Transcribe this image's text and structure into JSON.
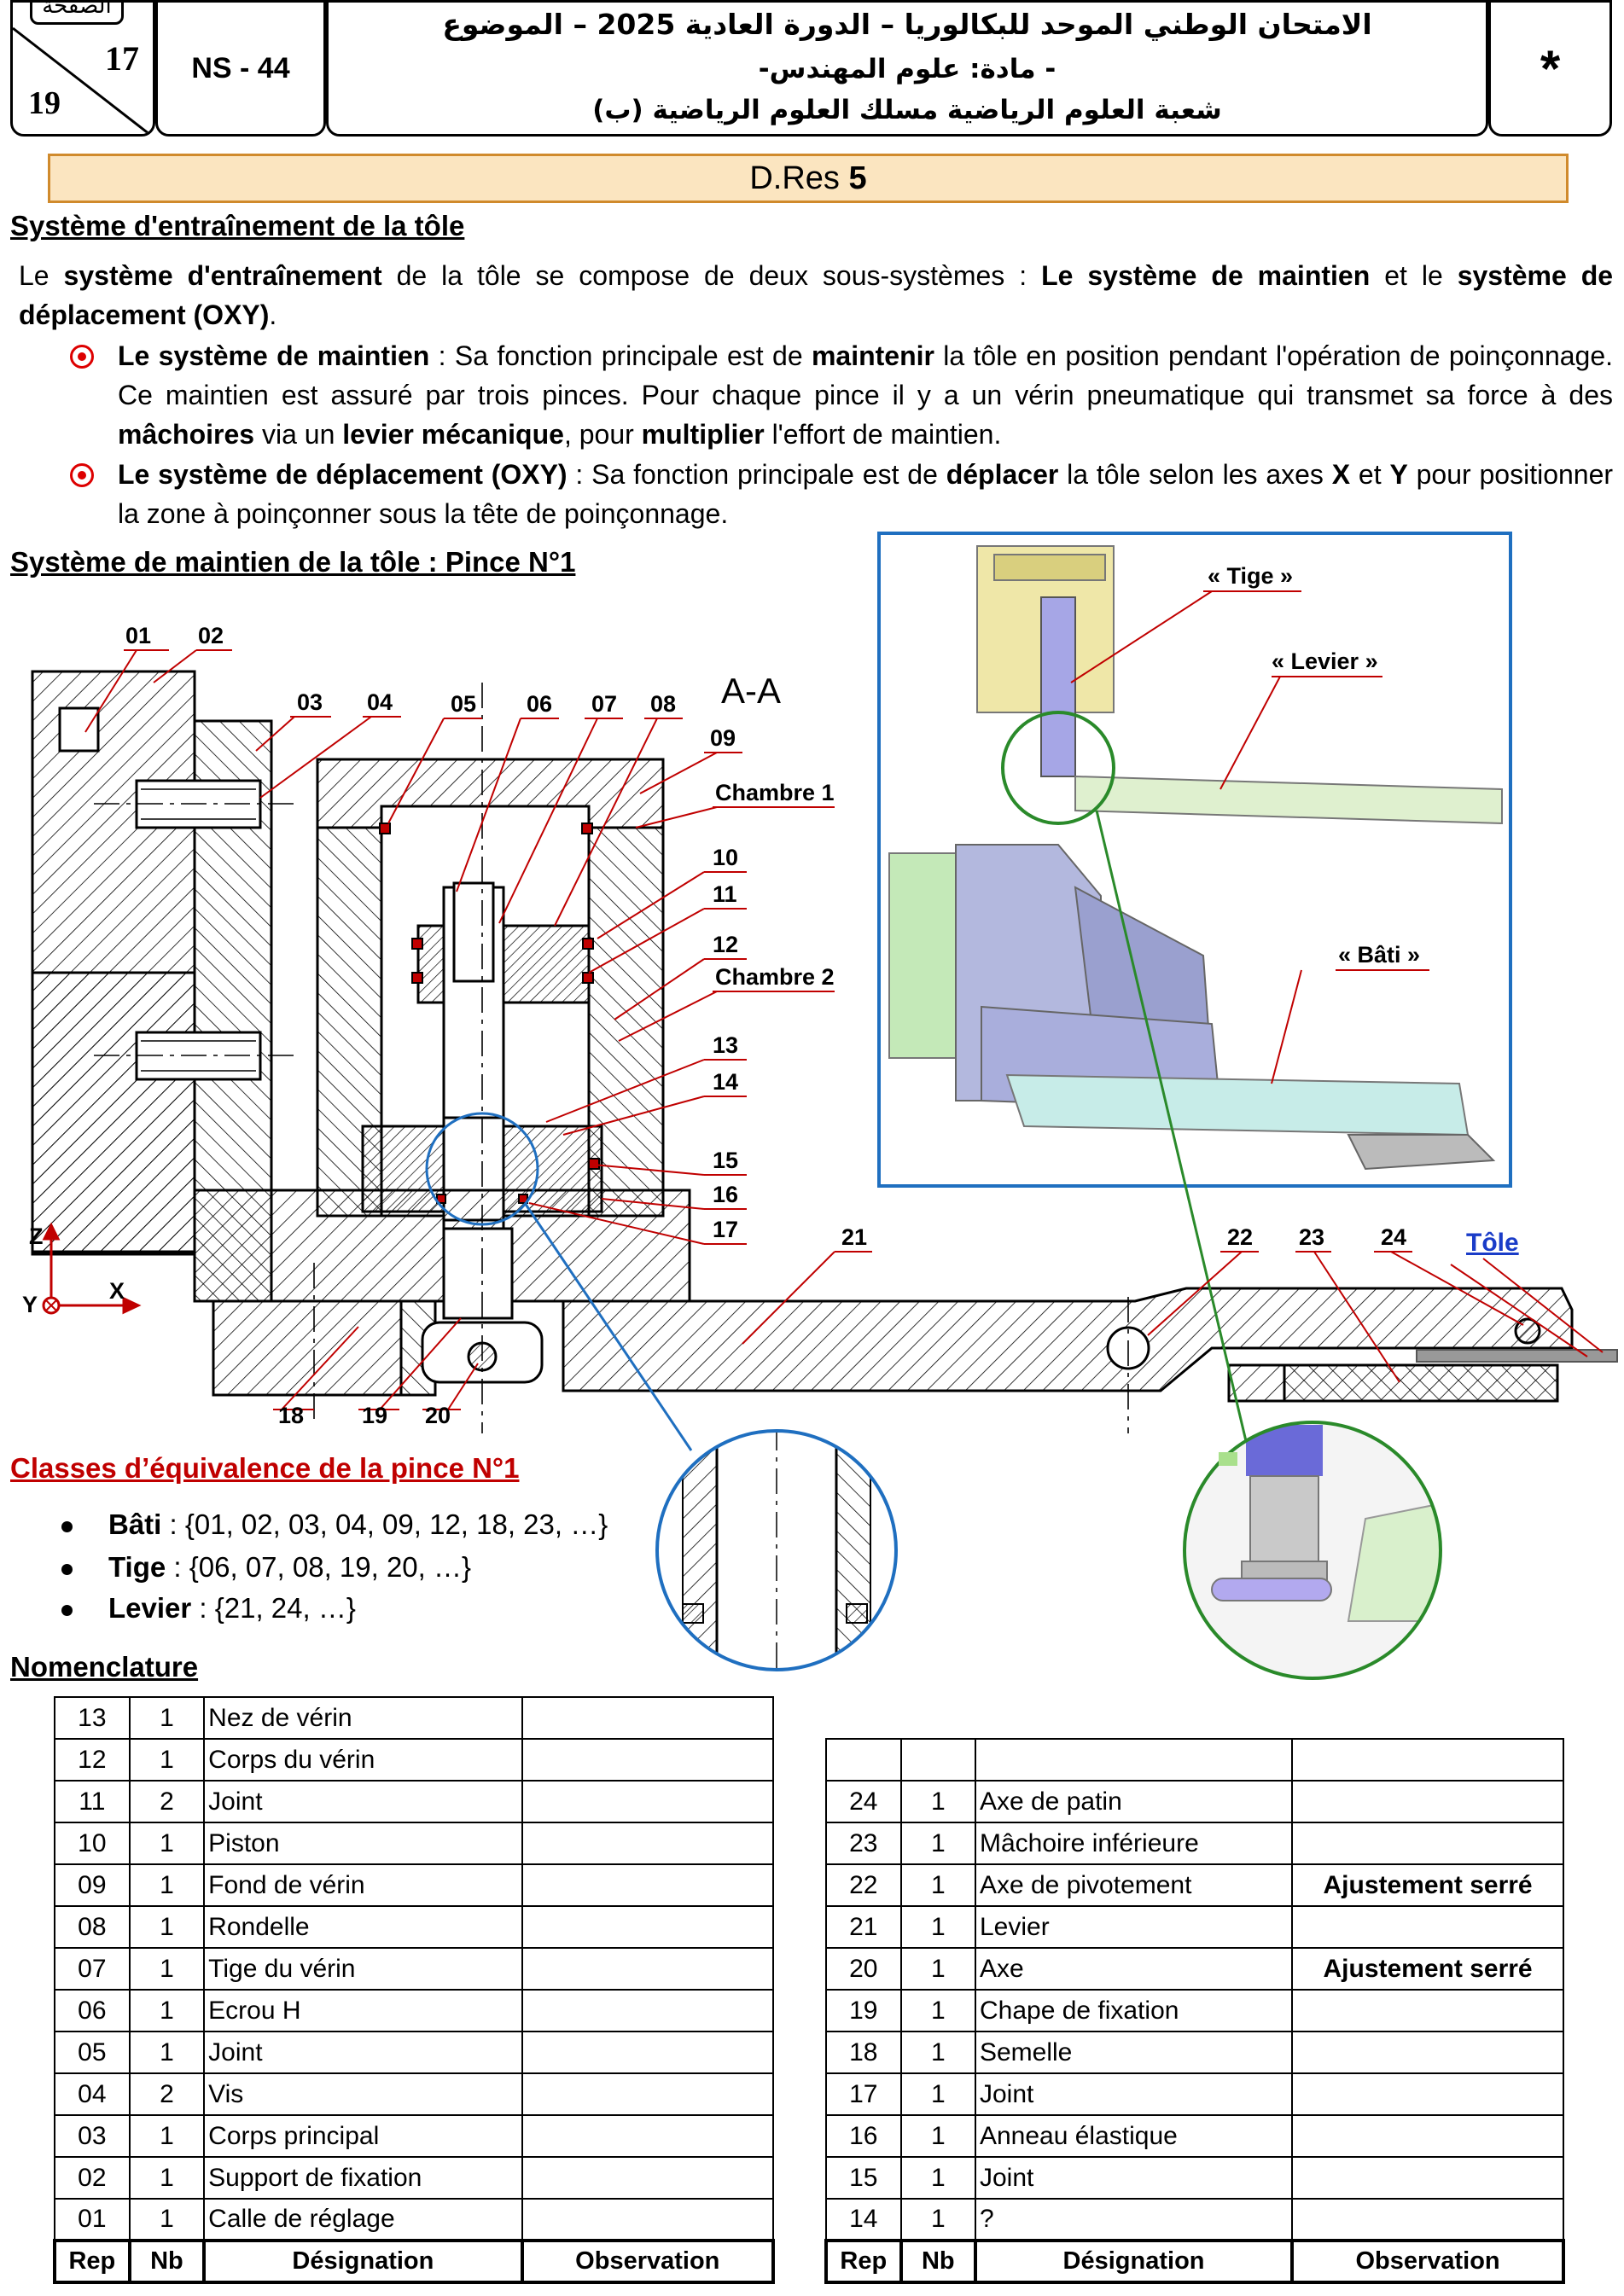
{
  "header": {
    "page_label": "الصفحة",
    "page_current": "17",
    "page_total": "19",
    "code": "NS - 44",
    "title_line1": "الامتحان الوطني الموحد للبكالوريا – الدورة العادية 2025 – الموضوع",
    "title_line2": "- مادة: علوم المهندس-",
    "title_line3": "شعبة العلوم الرياضية مسلك العلوم الرياضية (ب)",
    "star": "*"
  },
  "dres": {
    "prefix": "D.Res",
    "number": "5"
  },
  "section1": {
    "title": "Système d'entraînement de la tôle",
    "intro": [
      {
        "t": "Le "
      },
      {
        "t": "système d'entraînement",
        "b": true
      },
      {
        "t": " de la tôle se compose de deux sous-systèmes : "
      },
      {
        "t": "Le système de maintien",
        "b": true
      },
      {
        "t": " et le "
      },
      {
        "t": "système de déplacement (OXY)",
        "b": true
      },
      {
        "t": "."
      }
    ],
    "bullet1": [
      {
        "t": "Le système de maintien",
        "b": true
      },
      {
        "t": " : Sa fonction principale est de "
      },
      {
        "t": "maintenir",
        "b": true
      },
      {
        "t": " la tôle en position pendant l'opération de poinçonnage. Ce maintien est assuré par trois pinces. Pour chaque pince il y a un vérin pneumatique qui transmet sa force à des "
      },
      {
        "t": "mâchoires",
        "b": true
      },
      {
        "t": " via un "
      },
      {
        "t": "levier mécanique",
        "b": true
      },
      {
        "t": ", pour "
      },
      {
        "t": "multiplier",
        "b": true
      },
      {
        "t": " l'effort de maintien."
      }
    ],
    "bullet2": [
      {
        "t": "Le système de déplacement (OXY)",
        "b": true
      },
      {
        "t": " : Sa fonction principale est de "
      },
      {
        "t": "déplacer",
        "b": true
      },
      {
        "t": " la tôle selon les axes "
      },
      {
        "t": "X",
        "b": true
      },
      {
        "t": " et "
      },
      {
        "t": "Y",
        "b": true
      },
      {
        "t": " pour positionner la zone à poinçonner sous la tête de poinçonnage."
      }
    ]
  },
  "section2": {
    "title": "Système de maintien de la tôle : Pince N°1"
  },
  "drawing": {
    "section_label": "A-A",
    "chambre1": "Chambre 1",
    "chambre2": "Chambre 2",
    "tole": "Tôle",
    "axis_z": "Z",
    "axis_x": "X",
    "axis_y": "Y",
    "leaders": [
      "01",
      "02",
      "03",
      "04",
      "05",
      "06",
      "07",
      "08",
      "09",
      "10",
      "11",
      "12",
      "13",
      "14",
      "15",
      "16",
      "17",
      "18",
      "19",
      "20",
      "21",
      "22",
      "23",
      "24"
    ],
    "view3d_labels": [
      "« Tige »",
      "« Levier »",
      "« Bâti »"
    ]
  },
  "classes": {
    "title": "Classes d’équivalence de la pince N°1",
    "items": [
      {
        "name": "Bâti",
        "members": " : {01, 02, 03, 04, 09, 12, 18, 23, …}"
      },
      {
        "name": "Tige",
        "members": " : {06, 07, 08, 19, 20,  …}"
      },
      {
        "name": "Levier",
        "members": " : {21, 24, …}"
      }
    ]
  },
  "nomenclature": {
    "title": "Nomenclature",
    "headers": [
      "Rep",
      "Nb",
      "Désignation",
      "Observation"
    ],
    "left": [
      [
        "13",
        "1",
        "Nez de vérin",
        ""
      ],
      [
        "12",
        "1",
        "Corps du vérin",
        ""
      ],
      [
        "11",
        "2",
        "Joint",
        ""
      ],
      [
        "10",
        "1",
        "Piston",
        ""
      ],
      [
        "09",
        "1",
        "Fond de vérin",
        ""
      ],
      [
        "08",
        "1",
        "Rondelle",
        ""
      ],
      [
        "07",
        "1",
        "Tige du vérin",
        ""
      ],
      [
        "06",
        "1",
        "Ecrou H",
        ""
      ],
      [
        "05",
        "1",
        "Joint",
        ""
      ],
      [
        "04",
        "2",
        "Vis",
        ""
      ],
      [
        "03",
        "1",
        "Corps principal",
        ""
      ],
      [
        "02",
        "1",
        "Support de fixation",
        ""
      ],
      [
        "01",
        "1",
        "Calle de réglage",
        ""
      ]
    ],
    "right": [
      [
        "",
        "",
        "",
        ""
      ],
      [
        "24",
        "1",
        "Axe de patin",
        ""
      ],
      [
        "23",
        "1",
        "Mâchoire inférieure",
        ""
      ],
      [
        "22",
        "1",
        "Axe de pivotement",
        "Ajustement serré"
      ],
      [
        "21",
        "1",
        "Levier",
        ""
      ],
      [
        "20",
        "1",
        "Axe",
        "Ajustement serré"
      ],
      [
        "19",
        "1",
        "Chape de fixation",
        ""
      ],
      [
        "18",
        "1",
        "Semelle",
        ""
      ],
      [
        "17",
        "1",
        "Joint",
        ""
      ],
      [
        "16",
        "1",
        "Anneau élastique",
        ""
      ],
      [
        "15",
        "1",
        "Joint",
        ""
      ],
      [
        "14",
        "1",
        "?",
        ""
      ]
    ]
  },
  "colors": {
    "dres_bg": "#fbe5c0",
    "dres_border": "#d08a2c",
    "red": "#c00000",
    "blue_frame": "#1f6fc0",
    "green": "#2a8a2a",
    "tole_blue": "#1a3cc8"
  }
}
